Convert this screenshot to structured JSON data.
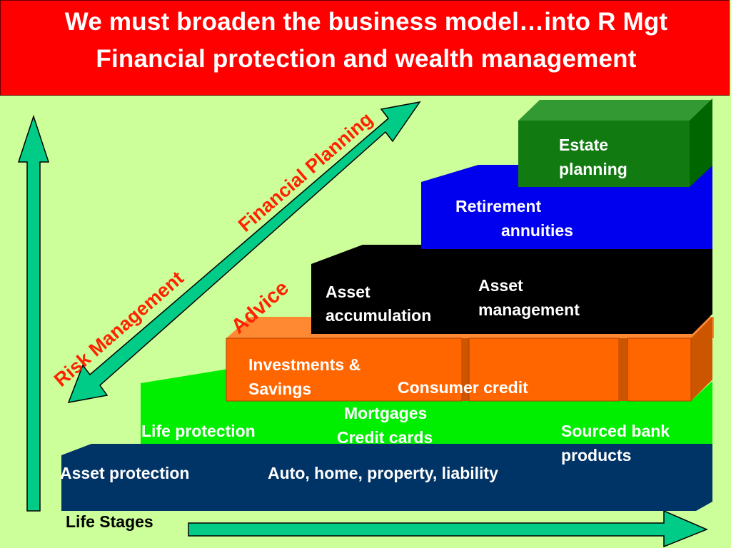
{
  "title": {
    "line1": "We must broaden the business model…into R Mgt",
    "line2": "Financial protection and wealth management"
  },
  "diagonal_labels": {
    "financial_planning": "Financial Planning",
    "risk_management": "Risk Management",
    "advice": "Advice"
  },
  "tiers": {
    "estate": {
      "label_line1": "Estate",
      "label_line2": "planning",
      "color": "#117a11"
    },
    "retirement": {
      "label_line1": "Retirement",
      "label_line2": "annuities",
      "color": "#0000ee"
    },
    "asset_block": {
      "left_line1": "Asset",
      "left_line2": "accumulation",
      "right_line1": "Asset",
      "right_line2": "management",
      "color": "#000000"
    },
    "investments": {
      "line1": "Investments &",
      "line2": "Savings",
      "consumer_credit": "Consumer credit",
      "color": "#ff6600"
    },
    "green": {
      "life_protection": "Life protection",
      "mortgages": "Mortgages",
      "credit_cards": "Credit cards",
      "sourced_line1": "Sourced bank",
      "sourced_line2": "products",
      "color": "#00ee00"
    },
    "base": {
      "asset_protection": "Asset protection",
      "auto_home": "Auto, home, property, liability",
      "color": "#003366"
    }
  },
  "life_stages": "Life Stages",
  "colors": {
    "background": "#ccff99",
    "title_bg": "#ff0000",
    "arrow": "#00cc88",
    "red_text": "#ff2200"
  }
}
